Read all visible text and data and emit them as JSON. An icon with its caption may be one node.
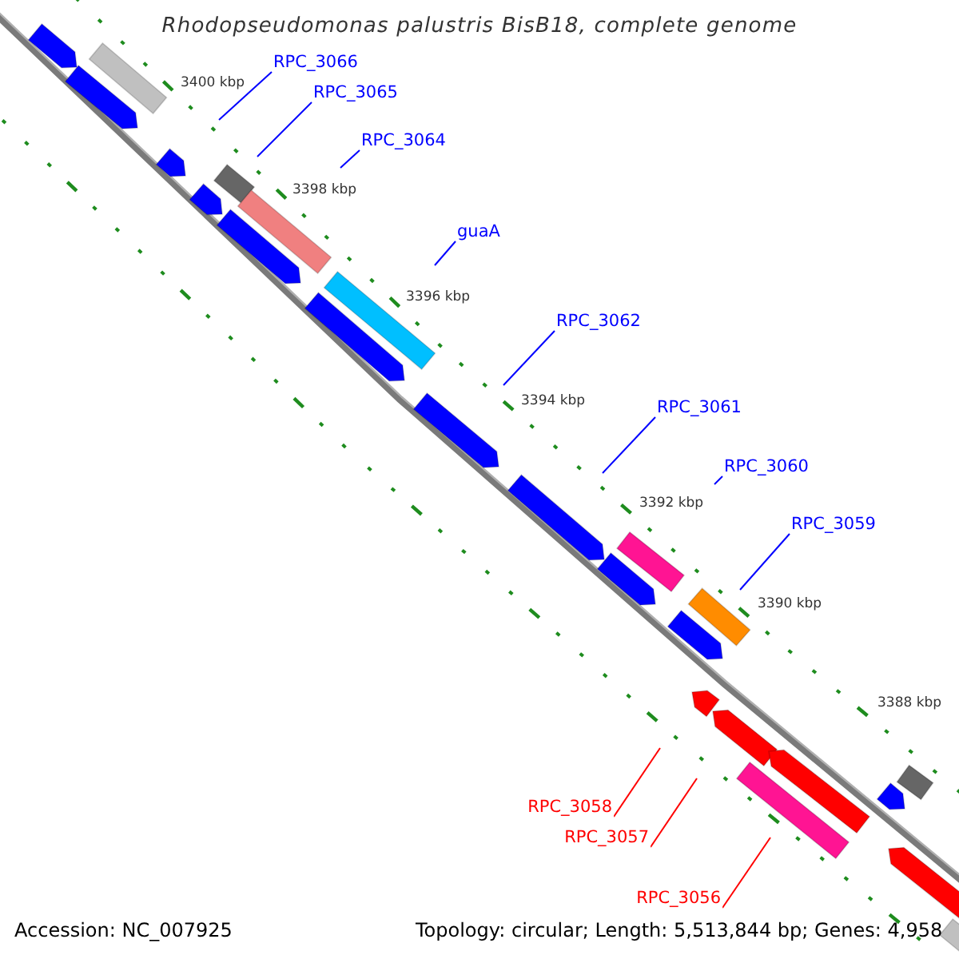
{
  "diagram": {
    "title": "Rhodopseudomonas palustris BisB18, complete genome",
    "nodes": [
      {
        "text": [
          "RPC_3066"
        ]
      },
      {
        "text": [
          "RPC_3065"
        ]
      },
      {
        "text": [
          "RPC_3064"
        ]
      },
      {
        "text": [
          "guaA"
        ]
      },
      {
        "text": [
          "RPC_3062"
        ]
      },
      {
        "text": [
          "RPC_3061"
        ]
      },
      {
        "text": [
          "RPC_3060"
        ]
      },
      {
        "text": [
          "RPC_3059"
        ]
      },
      {
        "text": [
          "RPC_3058"
        ]
      },
      {
        "text": [
          "RPC_3057"
        ]
      },
      {
        "text": [
          "RPC_3056"
        ]
      }
    ],
    "edges": [
      {
        "from": 0,
        "to": null,
        "arrow": "none"
      },
      {
        "from": 1,
        "to": null,
        "arrow": "none"
      },
      {
        "from": 2,
        "to": null,
        "arrow": "none"
      },
      {
        "from": 3,
        "to": null,
        "arrow": "none"
      },
      {
        "from": 4,
        "to": null,
        "arrow": "none"
      },
      {
        "from": 5,
        "to": null,
        "arrow": "none"
      },
      {
        "from": 6,
        "to": null,
        "arrow": "none"
      },
      {
        "from": 7,
        "to": null,
        "arrow": "none"
      },
      {
        "from": 8,
        "to": null,
        "arrow": "none",
        "color": "#ff0000"
      },
      {
        "from": 9,
        "to": null,
        "arrow": "none",
        "color": "#ff0000"
      },
      {
        "from": 10,
        "to": null,
        "arrow": "none",
        "color": "#ff0000"
      }
    ],
    "labels": [
      "3400 kbp",
      "3398 kbp",
      "3396 kbp",
      "3394 kbp",
      "3392 kbp",
      "3390 kbp",
      "3388 kbp",
      "Accession: NC_007925",
      "Topology: circular; Length: 5,513,844 bp; Genes: 4,958"
    ]
  }
}
